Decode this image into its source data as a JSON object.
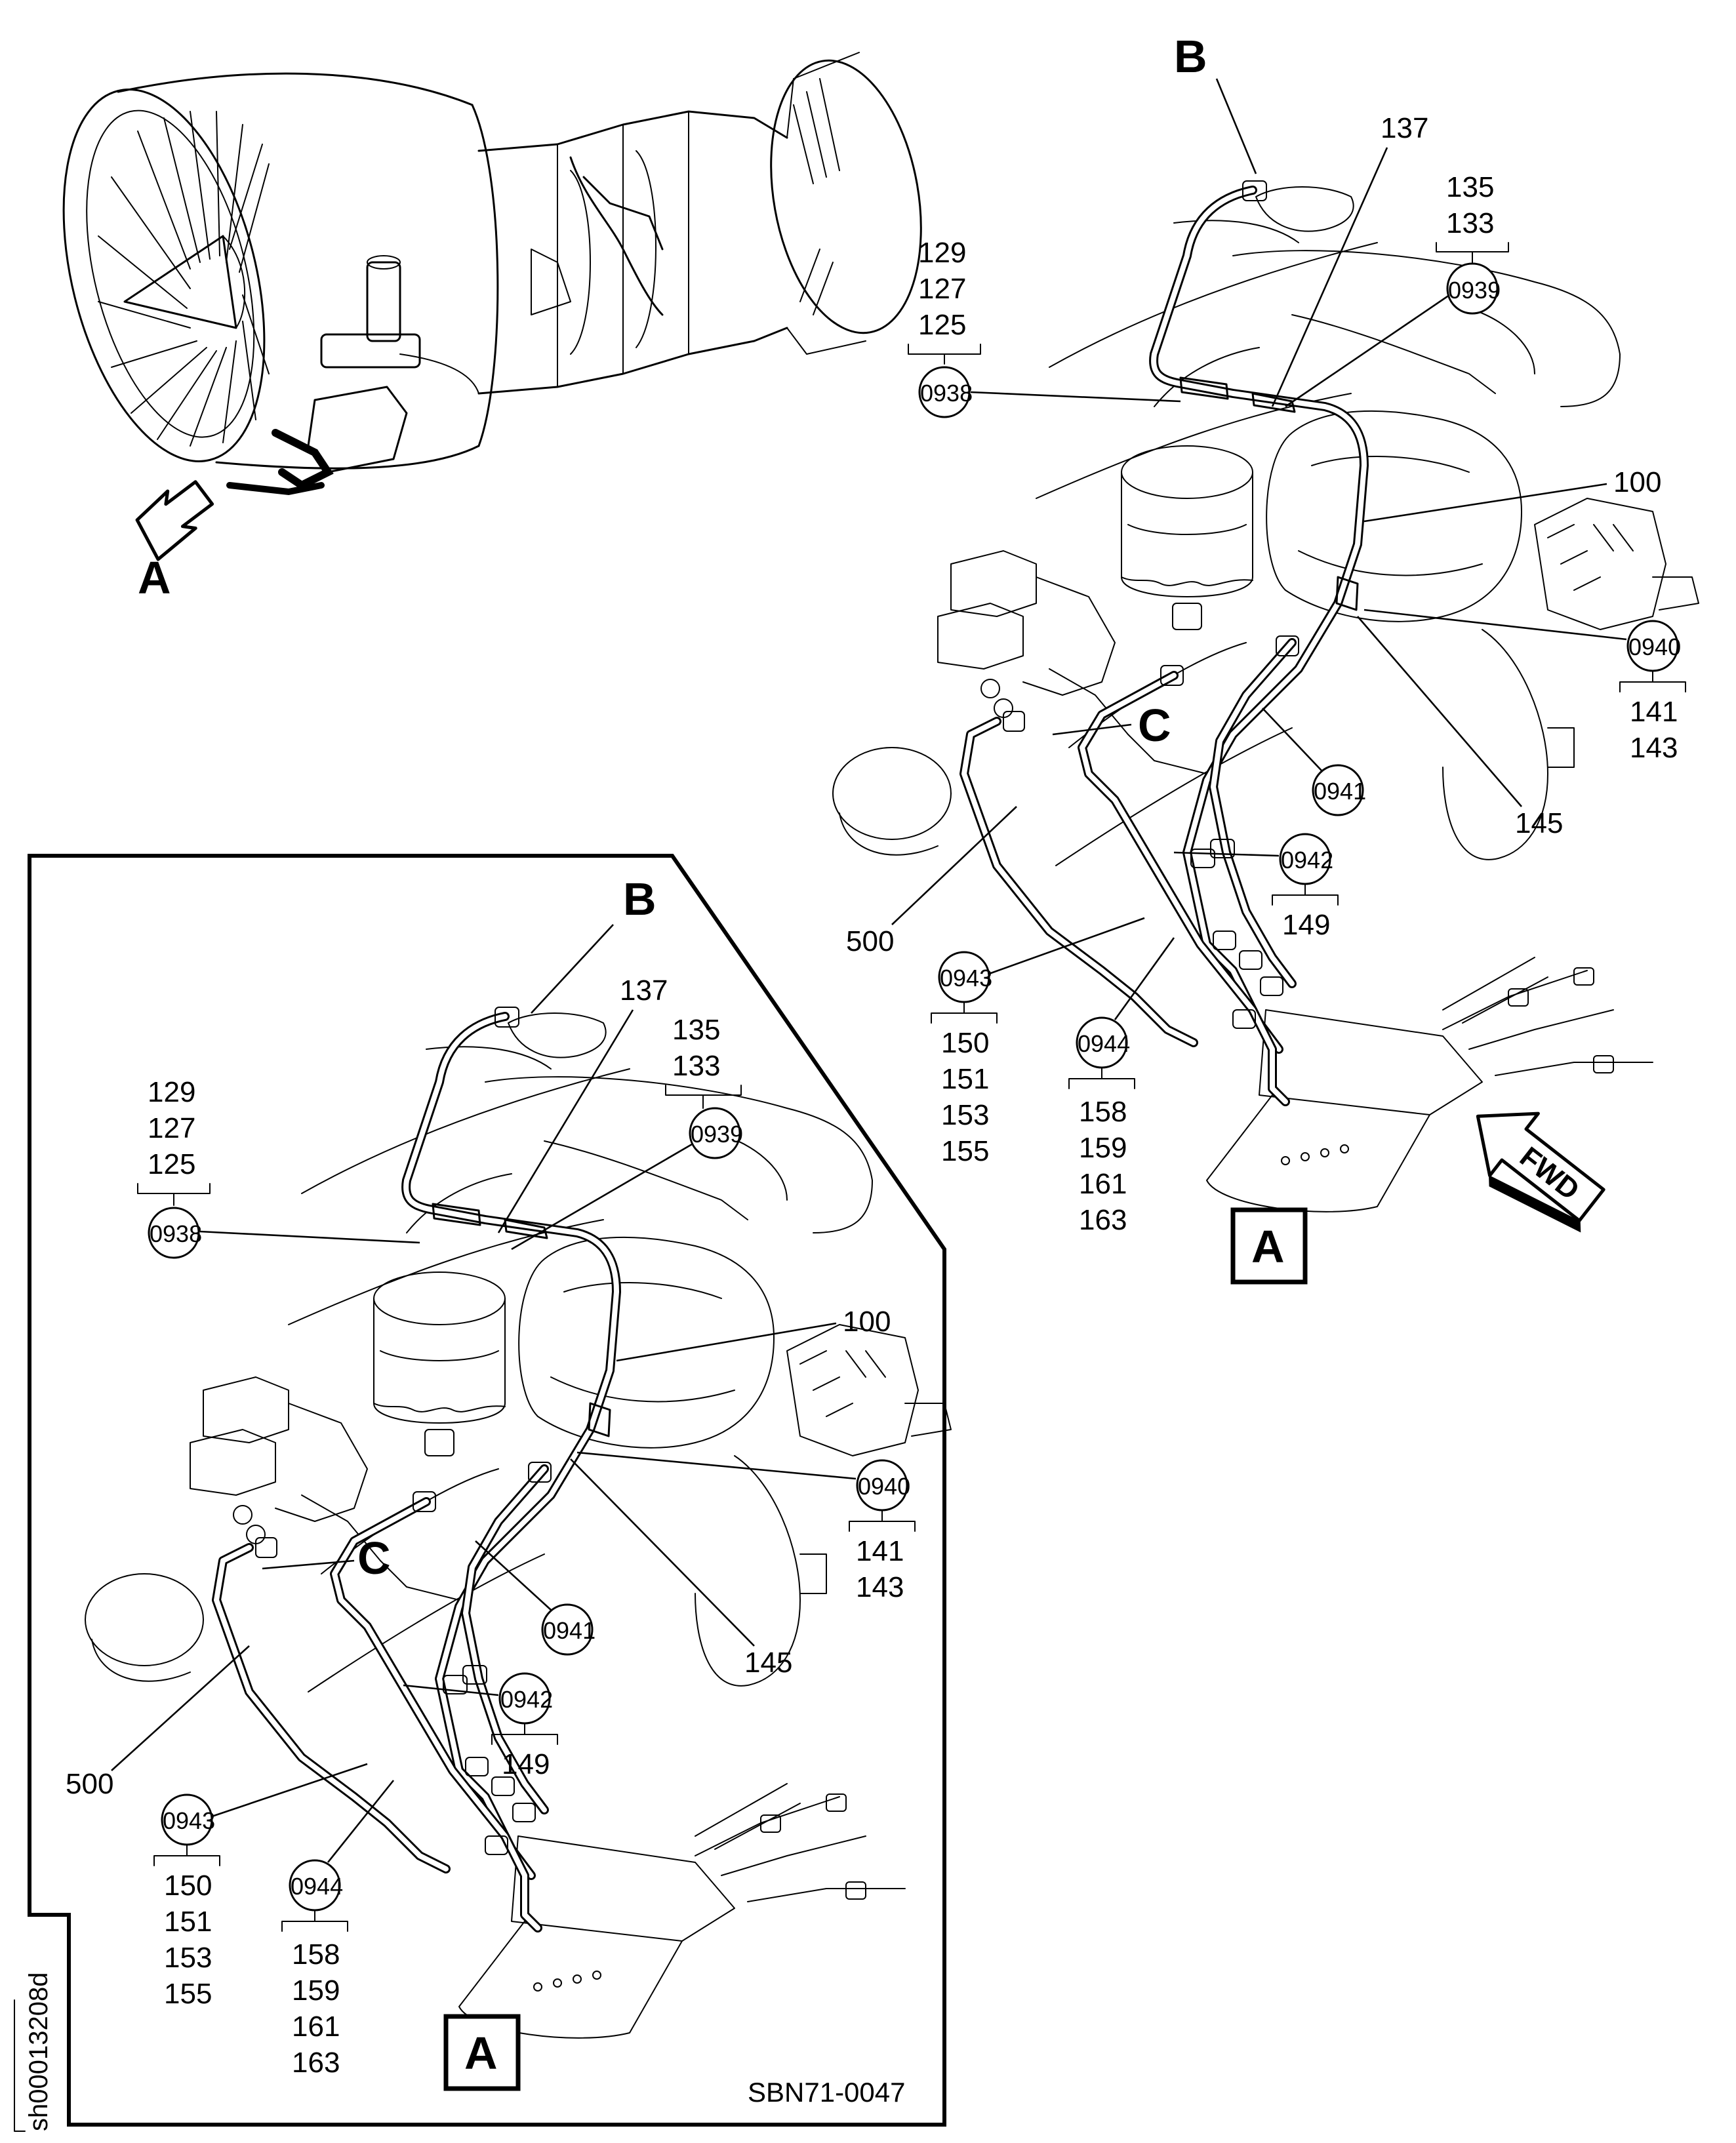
{
  "view_labels": {
    "A": "A",
    "B": "B",
    "C": "C"
  },
  "direction": {
    "fwd": "FWD"
  },
  "fig": {
    "sheet_id": "sh00013208d",
    "bulletin": "SBN71-0047"
  },
  "callouts": {
    "c0938": {
      "tag": "0938",
      "parts": [
        "129",
        "127",
        "125"
      ]
    },
    "c0939": {
      "tag": "0939",
      "parts": [
        "135",
        "133"
      ]
    },
    "c0940": {
      "tag": "0940",
      "parts": [
        "141",
        "143"
      ]
    },
    "c0941": {
      "tag": "0941"
    },
    "c0942": {
      "tag": "0942",
      "parts": [
        "149"
      ]
    },
    "c0943": {
      "tag": "0943",
      "parts": [
        "150",
        "151",
        "153",
        "155"
      ]
    },
    "c0944": {
      "tag": "0944",
      "parts": [
        "158",
        "159",
        "161",
        "163"
      ]
    },
    "p100": "100",
    "p137": "137",
    "p145": "145",
    "p500": "500"
  },
  "icons": [
    "engine-overview",
    "view-arrow",
    "fwd-arrow"
  ]
}
